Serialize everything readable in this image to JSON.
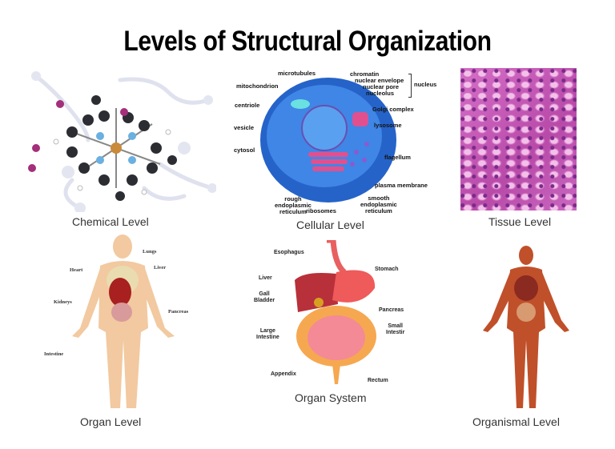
{
  "title": "Levels of Structural Organization",
  "panels": {
    "chemical": {
      "caption": "Chemical Level"
    },
    "cellular": {
      "caption": "Cellular Level",
      "labels": {
        "microtubules": "microtubules",
        "chromatin": "chromatin",
        "nuclear_envelope": "nuclear envelope",
        "nuclear_pore": "nuclear pore",
        "nucleolus": "nucleolus",
        "nucleus": "nucleus",
        "mitochondrion": "mitochondrion",
        "centriole": "centriole",
        "golgi": "Golgi complex",
        "vesicle": "vesicle",
        "lysosome": "lysosome",
        "cytosol": "cytosol",
        "flagellum": "flagellum",
        "plasma_membrane": "plasma membrane",
        "rough_er": [
          "rough",
          "endoplasmic",
          "reticulum"
        ],
        "ribosomes": "ribosomes",
        "smooth_er": [
          "smooth",
          "endoplasmic",
          "reticulum"
        ]
      }
    },
    "tissue": {
      "caption": "Tissue Level"
    },
    "organ": {
      "caption": "Organ Level",
      "labels": {
        "lungs": "Lungs",
        "heart": "Heart",
        "liver": "Liver",
        "kidneys": "Kidneys",
        "pancreas": "Pancreas",
        "intestine": "Intestine"
      }
    },
    "organ_system": {
      "caption": "Organ System",
      "labels": {
        "esophagus": "Esophagus",
        "stomach": "Stomach",
        "liver": "Liver",
        "gall_bladder": [
          "Gall",
          "Bladder"
        ],
        "pancreas": "Pancreas",
        "large_intestine": [
          "Large",
          "Intestine"
        ],
        "small_intestine": [
          "Small",
          "Intestir"
        ],
        "appendix": "Appendix",
        "rectum": "Rectum"
      }
    },
    "organismal": {
      "caption": "Organismal Level"
    }
  }
}
